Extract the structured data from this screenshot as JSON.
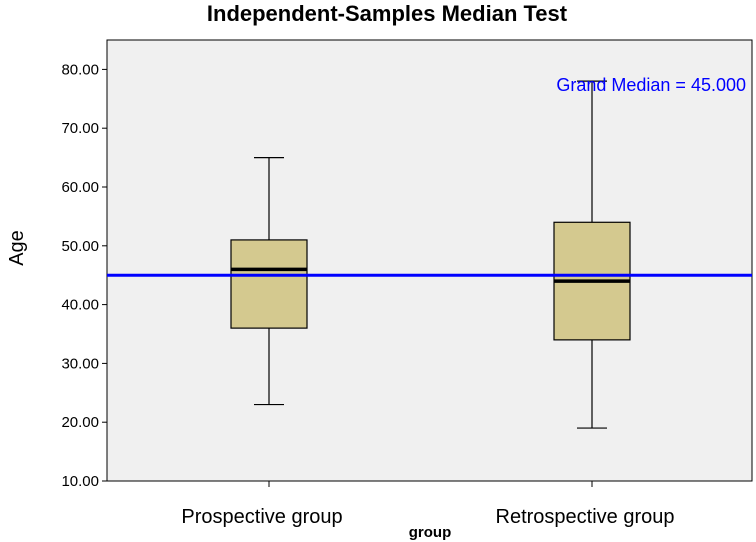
{
  "chart_data": {
    "type": "boxplot",
    "title": "Independent-Samples Median Test",
    "xlabel": "group",
    "ylabel": "Age",
    "ylim": [
      10,
      85
    ],
    "yticks": [
      10,
      20,
      30,
      40,
      50,
      60,
      70,
      80
    ],
    "ytick_labels": [
      "10.00",
      "20.00",
      "30.00",
      "40.00",
      "50.00",
      "60.00",
      "70.00",
      "80.00"
    ],
    "grid": false,
    "categories": [
      "Prospective group",
      "Retrospective group"
    ],
    "series": [
      {
        "category": "Prospective group",
        "min": 23,
        "q1": 36,
        "median": 46,
        "q3": 51,
        "max": 65
      },
      {
        "category": "Retrospective group",
        "min": 19,
        "q1": 34,
        "median": 44,
        "q3": 54,
        "max": 78
      }
    ],
    "reference_line": {
      "value": 45,
      "label": "Grand Median = 45.000",
      "color": "#0000ff"
    },
    "colors": {
      "box_fill": "#d4c98f",
      "plot_background": "#f0f0f0",
      "axis": "#000000"
    }
  }
}
